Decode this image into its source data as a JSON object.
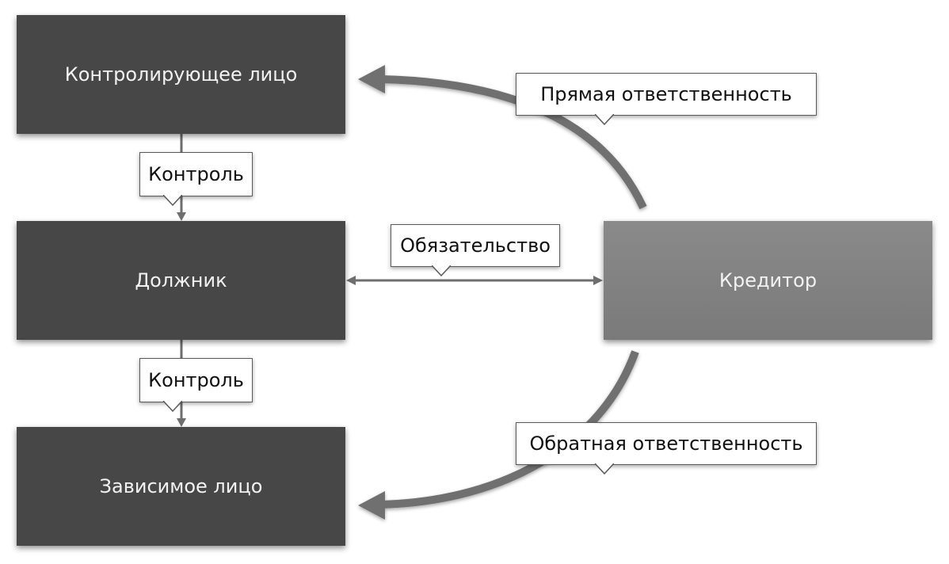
{
  "nodes": {
    "controlling": "Контролирующее лицо",
    "debtor": "Должник",
    "dependent": "Зависимое лицо",
    "creditor": "Кредитор"
  },
  "edges": {
    "control_top": "Контроль",
    "control_bottom": "Контроль",
    "obligation": "Обязательство",
    "direct_liability": "Прямая ответственность",
    "reverse_liability": "Обратная ответственность"
  },
  "colors": {
    "dark_box": "#474747",
    "creditor_box": "#808080",
    "connector": "#6e6e6e",
    "callout_border": "#5a5a5a"
  }
}
